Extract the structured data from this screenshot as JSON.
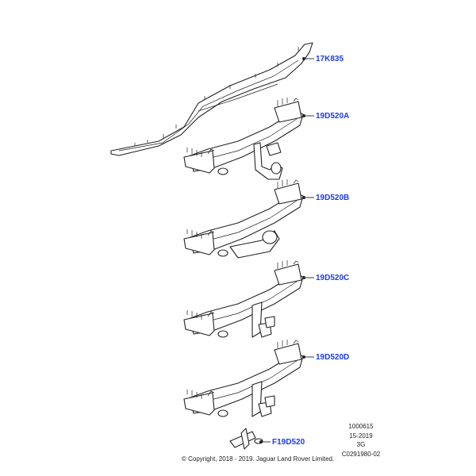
{
  "callouts": [
    {
      "label": "17K835"
    },
    {
      "label": "19D520A"
    },
    {
      "label": "19D520B"
    },
    {
      "label": "19D520C"
    },
    {
      "label": "19D520D"
    },
    {
      "label": "F19D520"
    }
  ],
  "meta": {
    "line1": "1000615",
    "line2": "15-2019",
    "line3": "3G",
    "line4": "C0291980-02"
  },
  "copyright": "© Copyright, 2018 - 2019. Jaguar Land Rover Limited.",
  "colors": {
    "callout": "#1a3cf0",
    "line": "#222222"
  }
}
